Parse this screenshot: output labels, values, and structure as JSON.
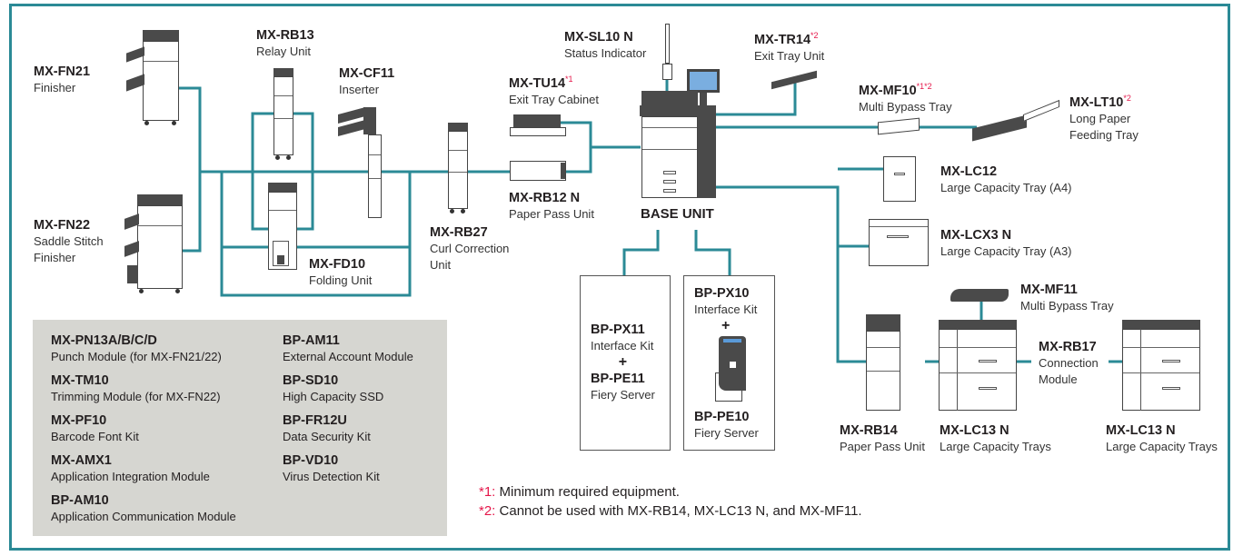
{
  "colors": {
    "frame": "#2b8a96",
    "connector": "#2b8a96",
    "footnote_mark": "#e5174a",
    "options_panel": "#d6d6d1"
  },
  "devices": {
    "fn21": {
      "code": "MX-FN21",
      "desc": "Finisher"
    },
    "fn22": {
      "code": "MX-FN22",
      "desc1": "Saddle Stitch",
      "desc2": "Finisher"
    },
    "rb13": {
      "code": "MX-RB13",
      "desc": "Relay Unit"
    },
    "cf11": {
      "code": "MX-CF11",
      "desc": "Inserter"
    },
    "fd10": {
      "code": "MX-FD10",
      "desc": "Folding Unit"
    },
    "rb27": {
      "code": "MX-RB27",
      "desc1": "Curl Correction",
      "desc2": "Unit"
    },
    "tu14": {
      "code": "MX-TU14",
      "mark": "*1",
      "desc": "Exit Tray Cabinet"
    },
    "rb12n": {
      "code": "MX-RB12 N",
      "desc": "Paper Pass Unit"
    },
    "sl10n": {
      "code": "MX-SL10 N",
      "desc": "Status Indicator"
    },
    "base": {
      "code": "BASE UNIT"
    },
    "tr14": {
      "code": "MX-TR14",
      "mark": "*2",
      "desc": "Exit Tray Unit"
    },
    "mf10": {
      "code": "MX-MF10",
      "mark": "*1*2",
      "desc": "Multi Bypass Tray"
    },
    "lt10": {
      "code": "MX-LT10",
      "mark": "*2",
      "desc1": "Long Paper",
      "desc2": "Feeding Tray"
    },
    "lc12": {
      "code": "MX-LC12",
      "desc": "Large Capacity Tray (A4)"
    },
    "lcx3n": {
      "code": "MX-LCX3 N",
      "desc": "Large Capacity Tray (A3)"
    },
    "mf11": {
      "code": "MX-MF11",
      "desc": "Multi Bypass Tray"
    },
    "rb17": {
      "code": "MX-RB17",
      "desc1": "Connection",
      "desc2": "Module"
    },
    "rb14": {
      "code": "MX-RB14",
      "desc": "Paper Pass Unit"
    },
    "lc13n_a": {
      "code": "MX-LC13 N",
      "desc": "Large Capacity Trays"
    },
    "lc13n_b": {
      "code": "MX-LC13 N",
      "desc": "Large Capacity Trays"
    },
    "px11": {
      "code": "BP-PX11",
      "desc": "Interface Kit",
      "plus": "+",
      "code2": "BP-PE11",
      "desc2": "Fiery Server"
    },
    "px10": {
      "code": "BP-PX10",
      "desc": "Interface Kit",
      "plus": "+",
      "code2": "BP-PE10",
      "desc2": "Fiery Server"
    }
  },
  "options": [
    {
      "code": "MX-PN13A/B/C/D",
      "desc": "Punch Module (for MX-FN21/22)"
    },
    {
      "code": "MX-TM10",
      "desc": "Trimming Module (for MX-FN22)"
    },
    {
      "code": "MX-PF10",
      "desc": "Barcode Font Kit"
    },
    {
      "code": "MX-AMX1",
      "desc": "Application Integration Module"
    },
    {
      "code": "BP-AM10",
      "desc": "Application Communication Module"
    },
    {
      "code": "BP-AM11",
      "desc": "External Account Module"
    },
    {
      "code": "BP-SD10",
      "desc": "High Capacity SSD"
    },
    {
      "code": "BP-FR12U",
      "desc": "Data Security Kit"
    },
    {
      "code": "BP-VD10",
      "desc": "Virus Detection Kit"
    }
  ],
  "notes": [
    {
      "mark": "*1:",
      "text": " Minimum required equipment."
    },
    {
      "mark": "*2:",
      "text": " Cannot be used with MX-RB14, MX-LC13 N, and MX-MF11."
    }
  ]
}
